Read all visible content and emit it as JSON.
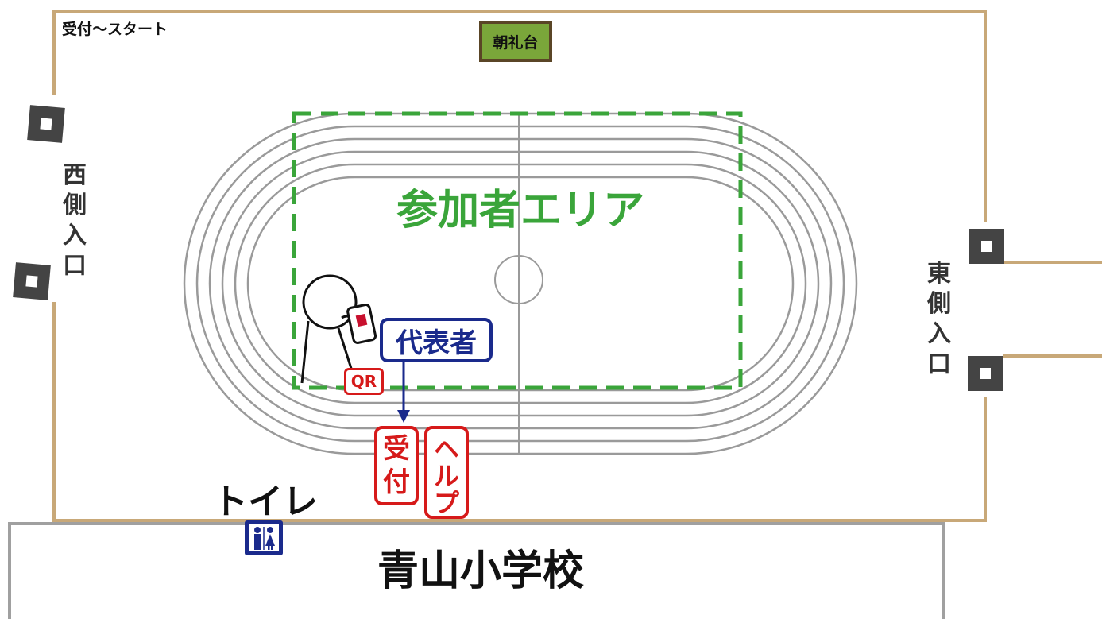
{
  "map": {
    "start_label": "受付～スタート",
    "stage_label": "朝礼台",
    "west_entrance": [
      "西",
      "側",
      "入",
      "口"
    ],
    "east_entrance": [
      "東",
      "側",
      "入",
      "口"
    ],
    "participant_area_label": "参加者エリア",
    "representative_label": "代表者",
    "qr_label": "QR",
    "reception_label": [
      "受",
      "付"
    ],
    "help_label": [
      "ヘ",
      "ル",
      "プ"
    ],
    "toilet_label": "トイレ",
    "school_label": "青山小学校"
  },
  "colors": {
    "boundary": "#c8a878",
    "track": "#9a9a9a",
    "area_dash": "#3aa53a",
    "stage_fill": "#7aa63a",
    "stage_border": "#5a4526",
    "representative": "#1a2a8c",
    "staff_red": "#d61a1a",
    "gate_post": "#444444",
    "school_border": "#a0a0a0"
  },
  "icons": [
    "person-with-phone-icon",
    "down-arrow-icon",
    "restroom-icon",
    "gate-post-icon"
  ]
}
